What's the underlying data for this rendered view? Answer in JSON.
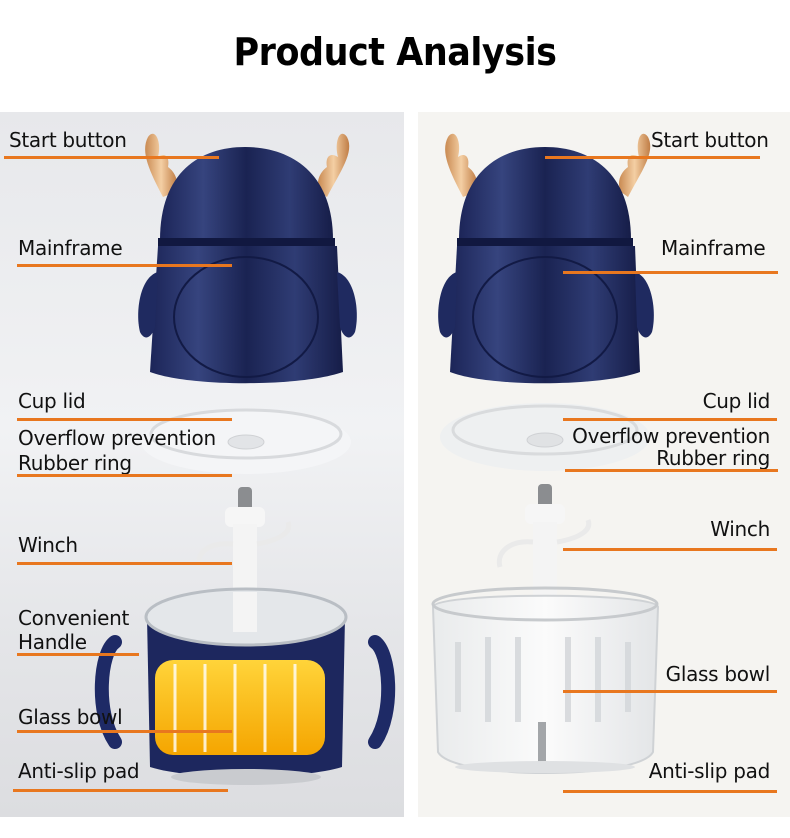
{
  "title": "Product Analysis",
  "accent_color": "#e8771f",
  "left_panel": {
    "product": "blue deer-antler food chopper with handled bowl",
    "labels": [
      {
        "id": "start_button",
        "text": "Start button"
      },
      {
        "id": "mainframe",
        "text": "Mainframe"
      },
      {
        "id": "cup_lid",
        "text": "Cup lid"
      },
      {
        "id": "overflow_line1",
        "text": "Overflow prevention"
      },
      {
        "id": "overflow_line2",
        "text": "Rubber ring"
      },
      {
        "id": "winch",
        "text": "Winch"
      },
      {
        "id": "handle_line1",
        "text": "Convenient"
      },
      {
        "id": "handle_line2",
        "text": "Handle"
      },
      {
        "id": "glass_bowl",
        "text": "Glass bowl"
      },
      {
        "id": "anti_slip",
        "text": "Anti-slip pad"
      }
    ]
  },
  "right_panel": {
    "product": "blue deer-antler food chopper with clear glass bowl",
    "labels": [
      {
        "id": "start_button",
        "text": "Start button"
      },
      {
        "id": "mainframe",
        "text": "Mainframe"
      },
      {
        "id": "cup_lid",
        "text": "Cup lid"
      },
      {
        "id": "overflow_line1",
        "text": "Overflow prevention"
      },
      {
        "id": "overflow_line2",
        "text": "Rubber ring"
      },
      {
        "id": "winch",
        "text": "Winch"
      },
      {
        "id": "glass_bowl",
        "text": "Glass bowl"
      },
      {
        "id": "anti_slip",
        "text": "Anti-slip pad"
      }
    ]
  }
}
